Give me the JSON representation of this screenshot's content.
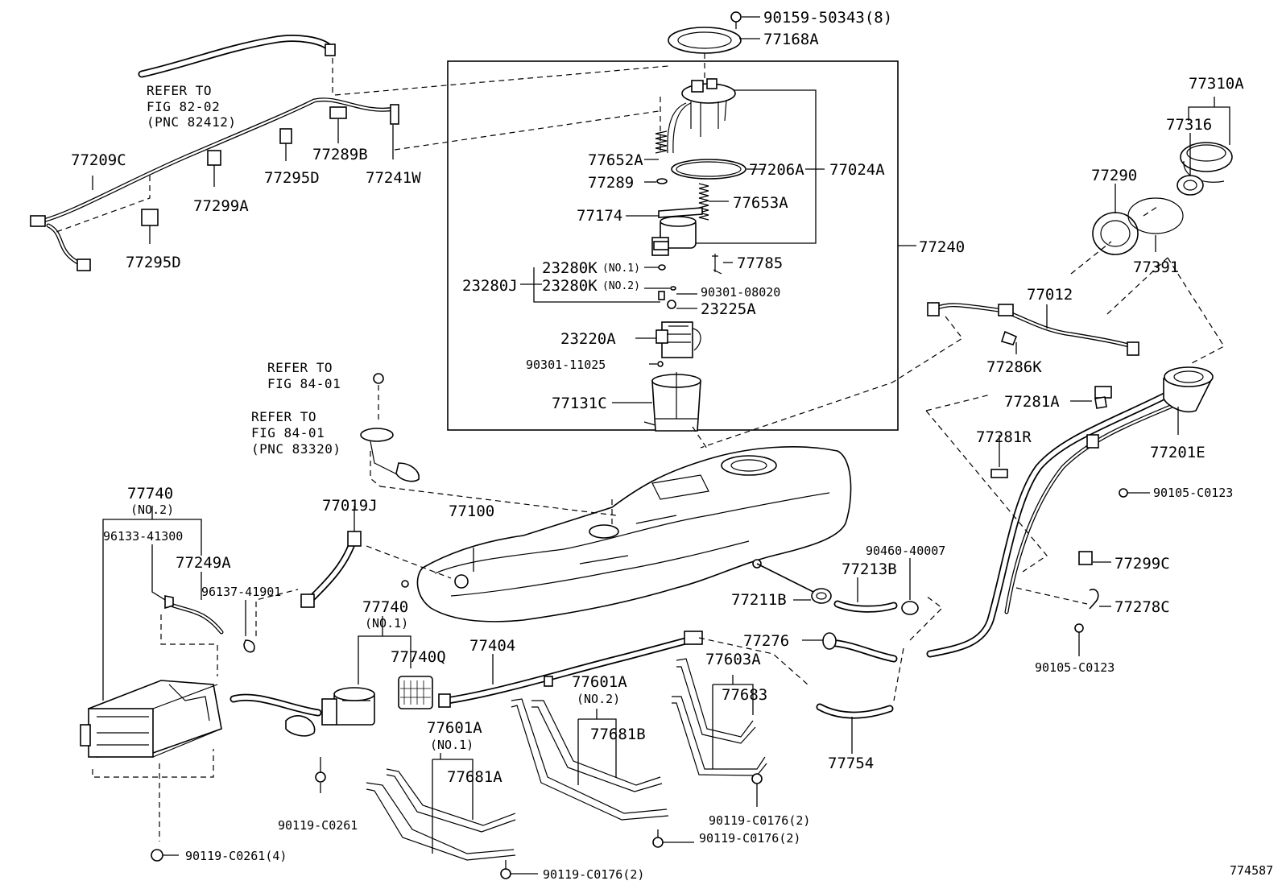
{
  "diagram_id": "774587",
  "references": {
    "fig_82_02": [
      "REFER TO",
      "FIG 82-02",
      "(PNC 82412)"
    ],
    "fig_84_01_a": [
      "REFER TO",
      "FIG 84-01"
    ],
    "fig_84_01_b": [
      "REFER TO",
      "FIG 84-01",
      "(PNC 83320)"
    ]
  },
  "parts": {
    "p90159_50343": "90159-50343(8)",
    "p77168A": "77168A",
    "p77310A": "77310A",
    "p77316": "77316",
    "p77290": "77290",
    "p77391": "77391",
    "p77209C": "77209C",
    "p77289B": "77289B",
    "p77295D_a": "77295D",
    "p77241W": "77241W",
    "p77299A": "77299A",
    "p77295D_b": "77295D",
    "p77652A": "77652A",
    "p77289": "77289",
    "p77206A": "77206A",
    "p77024A": "77024A",
    "p77174": "77174",
    "p77653A": "77653A",
    "p77240": "77240",
    "p23280K_1": "23280K",
    "p23280K_1_note": "(NO.1)",
    "p23280J": "23280J",
    "p23280K_2": "23280K",
    "p23280K_2_note": "(NO.2)",
    "p77785": "77785",
    "p90301_08020": "90301-08020",
    "p23225A": "23225A",
    "p23220A": "23220A",
    "p90301_11025": "90301-11025",
    "p77131C": "77131C",
    "p77012": "77012",
    "p77286K": "77286K",
    "p77281A": "77281A",
    "p77281R": "77281R",
    "p77201E": "77201E",
    "p90105_C0123_a": "90105-C0123",
    "p77740_2": "77740",
    "p77740_2_note": "(NO.2)",
    "p96133_41300": "96133-41300",
    "p77249A": "77249A",
    "p96137_41901": "96137-41901",
    "p77019J": "77019J",
    "p77100": "77100",
    "p90460_40007": "90460-40007",
    "p77213B": "77213B",
    "p77211B": "77211B",
    "p77299C": "77299C",
    "p77278C": "77278C",
    "p77276": "77276",
    "p90105_C0123_b": "90105-C0123",
    "p77740_1": "77740",
    "p77740_1_note": "(NO.1)",
    "p77740Q": "77740Q",
    "p77404": "77404",
    "p77603A": "77603A",
    "p77683": "77683",
    "p77601A_2": "77601A",
    "p77601A_2_note": "(NO.2)",
    "p77681B": "77681B",
    "p77601A_1": "77601A",
    "p77601A_1_note": "(NO.1)",
    "p77681A": "77681A",
    "p77754": "77754",
    "p90119_C0261": "90119-C0261",
    "p90119_C0261_4": "90119-C0261(4)",
    "p90119_C0176_a": "90119-C0176(2)",
    "p90119_C0176_b": "90119-C0176(2)",
    "p90119_C0176_c": "90119-C0176(2)"
  }
}
